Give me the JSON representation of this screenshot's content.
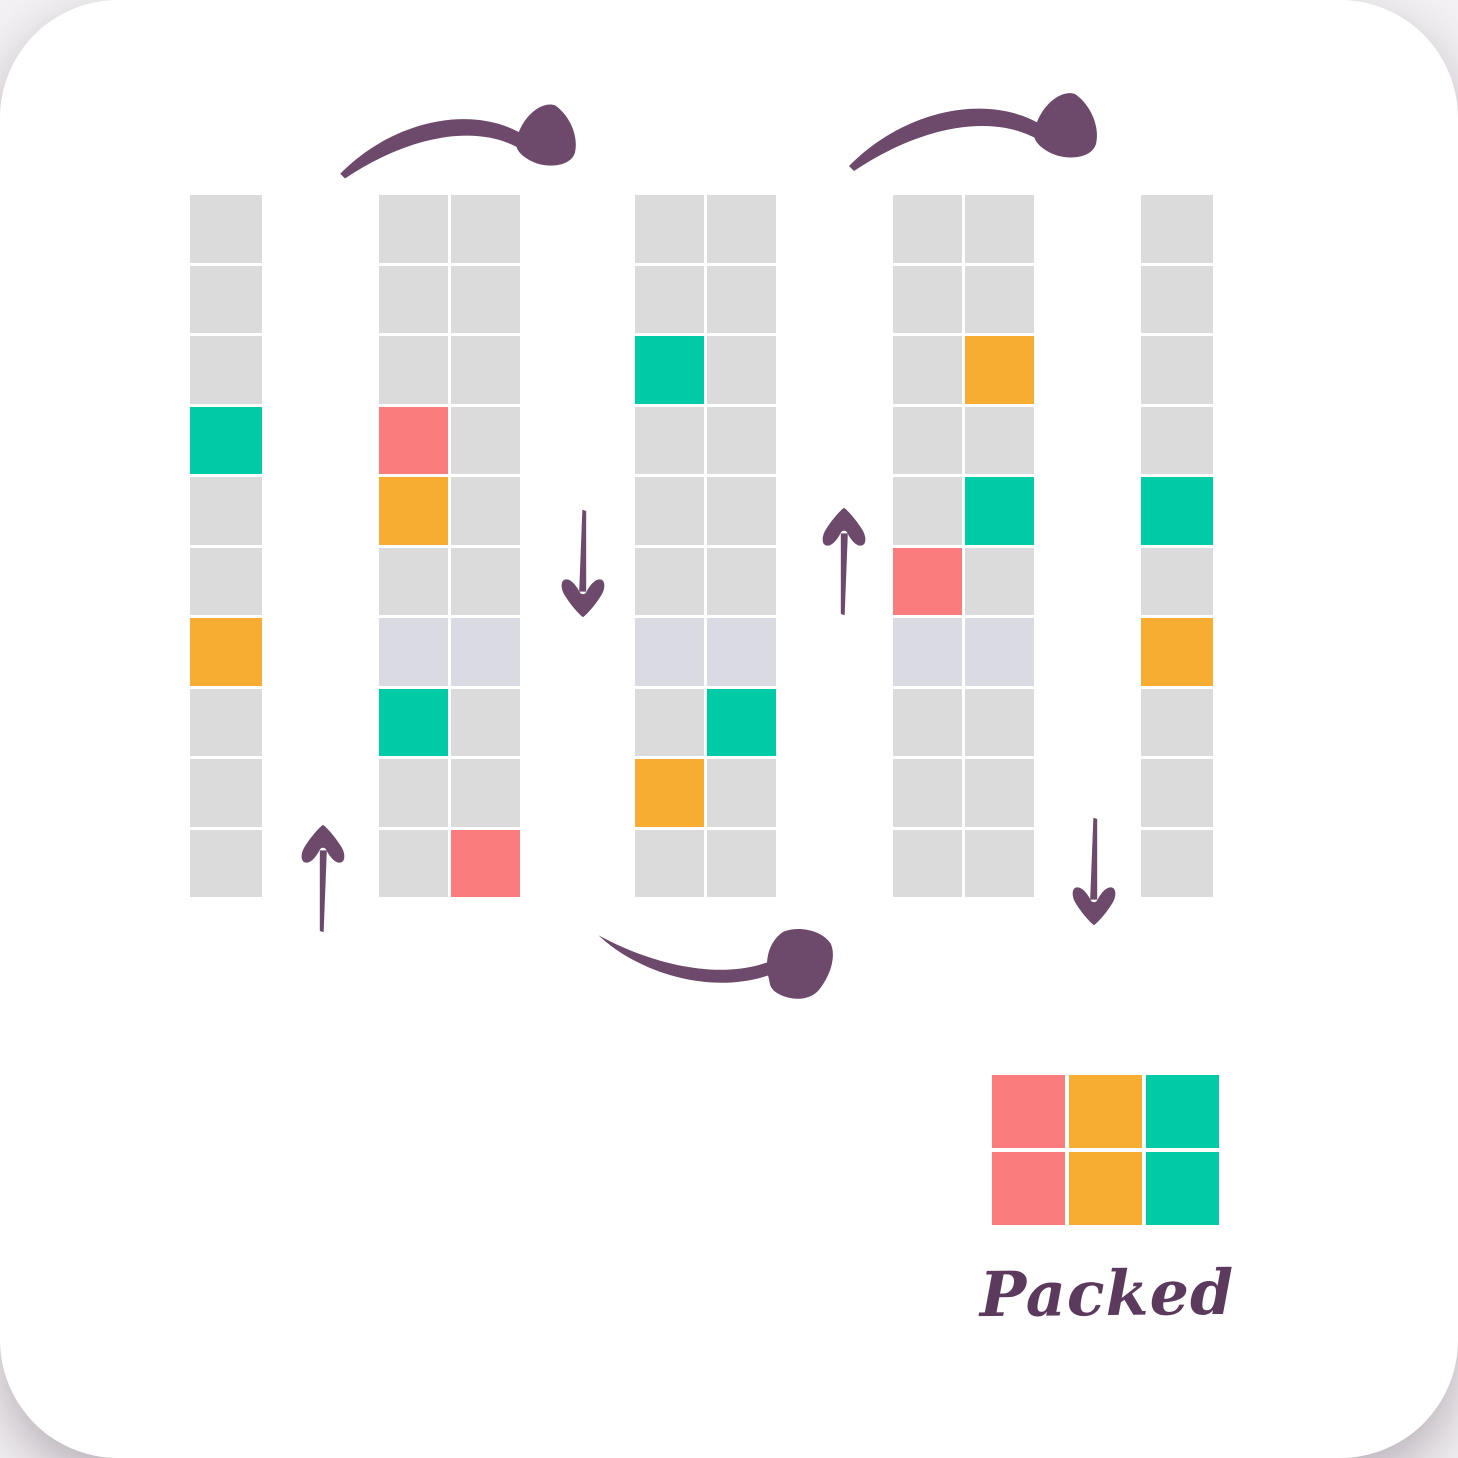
{
  "palette": {
    "gray": "#DBDBDB",
    "highlight": "#D9DAE2",
    "teal": "#00CBA7",
    "orange": "#F7AD32",
    "red": "#FA7C7C",
    "arrow": "#6D4A6C",
    "label": "#5C3A5D",
    "card": "#FFFFFF"
  },
  "grid": {
    "rows": 10,
    "groups": [
      {
        "name": "column-stack-1",
        "subcols": 1,
        "cells": [
          [
            "gray"
          ],
          [
            "gray"
          ],
          [
            "gray"
          ],
          [
            "teal"
          ],
          [
            "gray"
          ],
          [
            "gray"
          ],
          [
            "orange"
          ],
          [
            "gray"
          ],
          [
            "gray"
          ],
          [
            "gray"
          ]
        ]
      },
      {
        "name": "column-stack-2",
        "subcols": 2,
        "cells": [
          [
            "gray",
            "gray"
          ],
          [
            "gray",
            "gray"
          ],
          [
            "gray",
            "gray"
          ],
          [
            "red",
            "gray"
          ],
          [
            "orange",
            "gray"
          ],
          [
            "gray",
            "gray"
          ],
          [
            "highlight",
            "highlight"
          ],
          [
            "teal",
            "gray"
          ],
          [
            "gray",
            "gray"
          ],
          [
            "gray",
            "red"
          ]
        ]
      },
      {
        "name": "column-stack-3",
        "subcols": 2,
        "cells": [
          [
            "gray",
            "gray"
          ],
          [
            "gray",
            "gray"
          ],
          [
            "teal",
            "gray"
          ],
          [
            "gray",
            "gray"
          ],
          [
            "gray",
            "gray"
          ],
          [
            "gray",
            "gray"
          ],
          [
            "highlight",
            "highlight"
          ],
          [
            "gray",
            "teal"
          ],
          [
            "orange",
            "gray"
          ],
          [
            "gray",
            "gray"
          ]
        ]
      },
      {
        "name": "column-stack-4",
        "subcols": 2,
        "cells": [
          [
            "gray",
            "gray"
          ],
          [
            "gray",
            "gray"
          ],
          [
            "gray",
            "orange"
          ],
          [
            "gray",
            "gray"
          ],
          [
            "gray",
            "teal"
          ],
          [
            "red",
            "gray"
          ],
          [
            "highlight",
            "highlight"
          ],
          [
            "gray",
            "gray"
          ],
          [
            "gray",
            "gray"
          ],
          [
            "gray",
            "gray"
          ]
        ]
      },
      {
        "name": "column-stack-5",
        "subcols": 1,
        "cells": [
          [
            "gray"
          ],
          [
            "gray"
          ],
          [
            "gray"
          ],
          [
            "gray"
          ],
          [
            "teal"
          ],
          [
            "gray"
          ],
          [
            "orange"
          ],
          [
            "gray"
          ],
          [
            "gray"
          ],
          [
            "gray"
          ]
        ]
      }
    ]
  },
  "arrows": [
    {
      "name": "arc-arrow-top-left-icon",
      "direction": "right"
    },
    {
      "name": "arc-arrow-top-right-icon",
      "direction": "right"
    },
    {
      "name": "down-arrow-middle-icon",
      "direction": "down"
    },
    {
      "name": "up-arrow-middle-icon",
      "direction": "up"
    },
    {
      "name": "up-arrow-bottom-left-icon",
      "direction": "up"
    },
    {
      "name": "curve-arrow-bottom-icon",
      "direction": "right"
    },
    {
      "name": "down-arrow-bottom-right-icon",
      "direction": "down"
    }
  ],
  "packed": {
    "label": "Packed",
    "cells": [
      [
        "red",
        "orange",
        "teal"
      ],
      [
        "red",
        "orange",
        "teal"
      ]
    ]
  }
}
